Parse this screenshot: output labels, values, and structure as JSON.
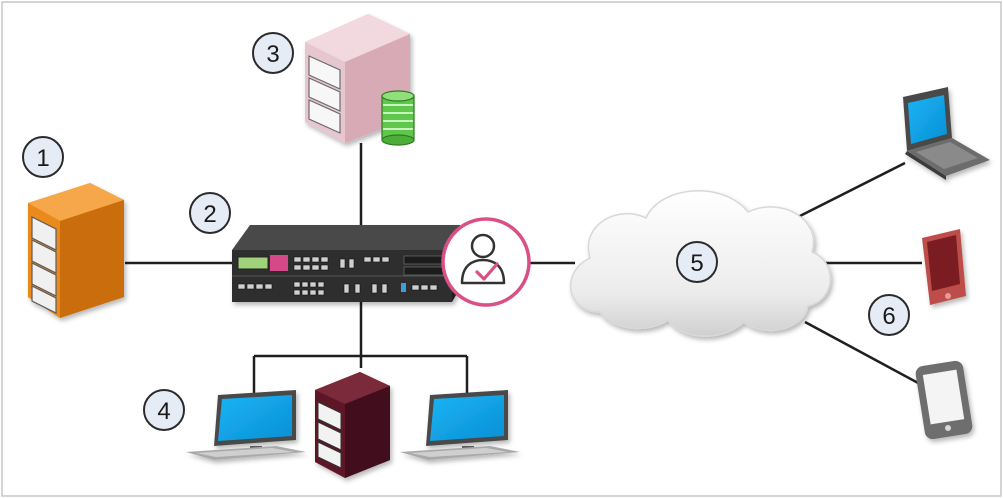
{
  "badges": {
    "b1": "1",
    "b2": "2",
    "b3": "3",
    "b4": "4",
    "b5": "5",
    "b6": "6"
  },
  "icons": {
    "orange_server": "server-tower-icon",
    "pink_server": "server-tower-icon",
    "database": "database-icon",
    "appliance": "network-appliance-icon",
    "user_check": "user-check-icon",
    "cloud": "cloud-icon",
    "laptop": "laptop-icon",
    "tablet_red": "tablet-icon",
    "tablet_grey": "tablet-icon",
    "desktop_left": "desktop-computer-icon",
    "desktop_right": "desktop-computer-icon",
    "dark_server": "server-tower-icon"
  },
  "colors": {
    "frame": "#c7c7c7",
    "line": "#1f1f1f",
    "badge_fill": "#e6ecf5",
    "orange_server": "#ea8a1e",
    "pink_server": "#e7c7cf",
    "database": "#61c94a",
    "appliance": "#2e2e2e",
    "user_ring": "#d94f86",
    "cloud": "#f1f1f1",
    "screen_blue": "#1ea8e8",
    "tablet_red": "#c0504d",
    "dark_server": "#5b1726"
  }
}
